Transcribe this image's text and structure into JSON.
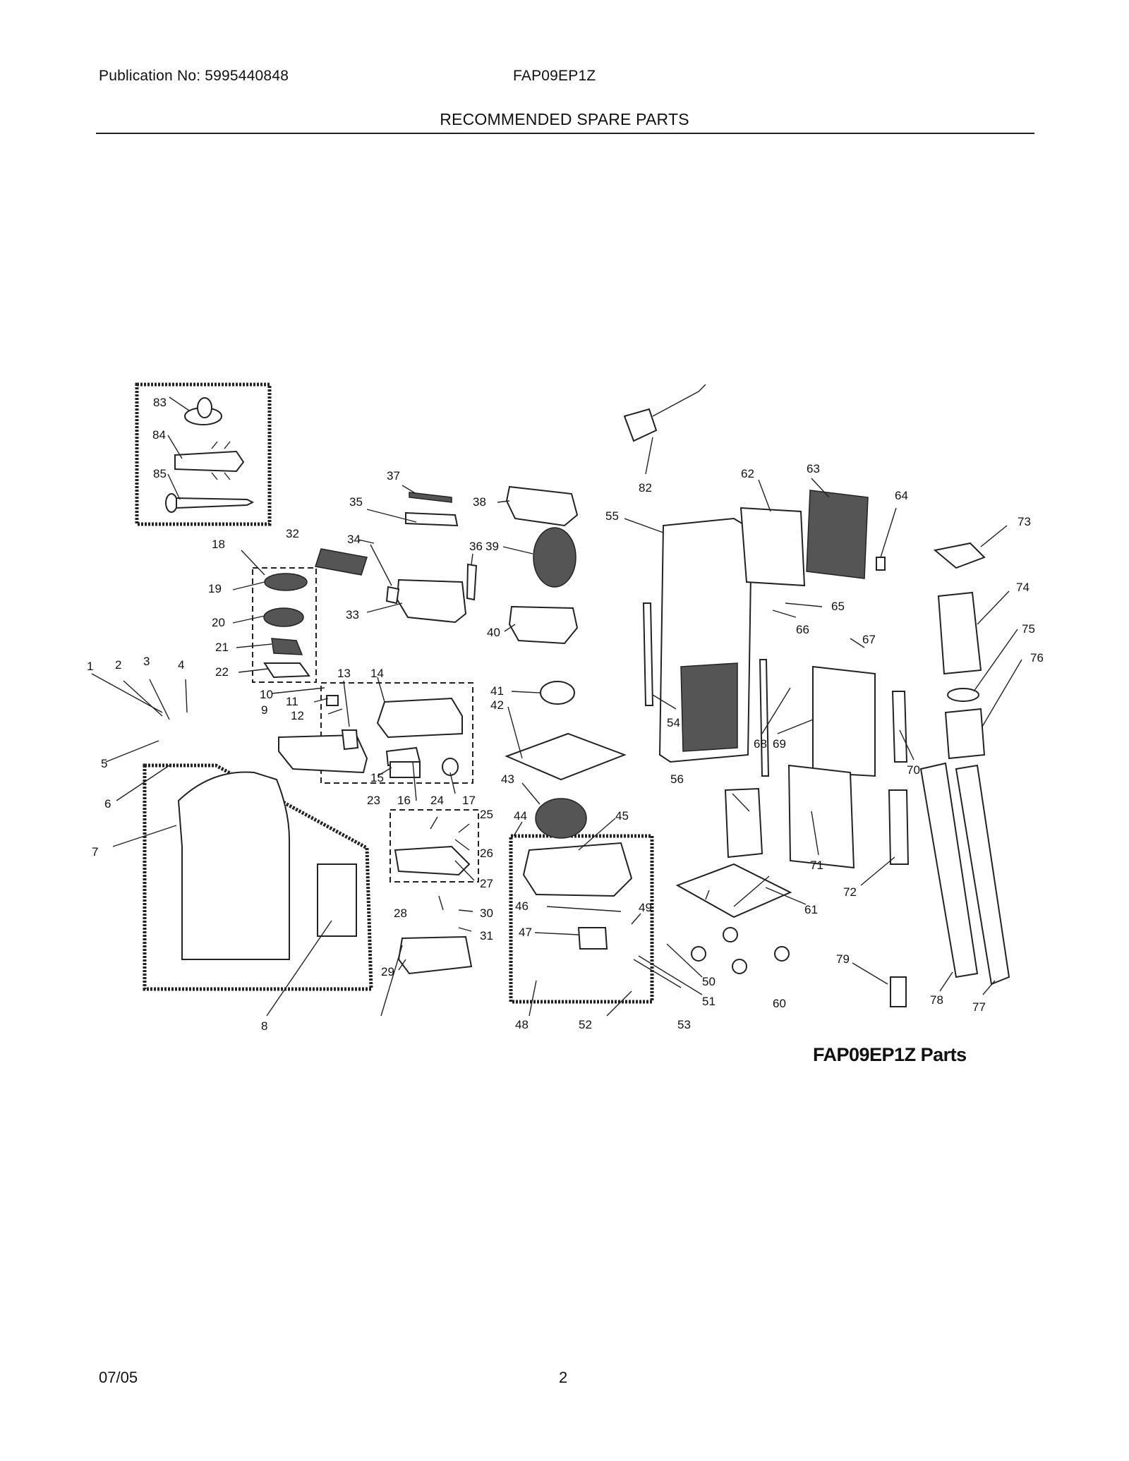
{
  "header": {
    "publication": "Publication No: 5995440848",
    "model": "FAP09EP1Z",
    "title": "RECOMMENDED SPARE PARTS"
  },
  "diagram": {
    "caption": "FAP09EP1Z Parts",
    "callouts": [
      "1",
      "2",
      "3",
      "4",
      "5",
      "6",
      "7",
      "8",
      "9",
      "10",
      "11",
      "12",
      "13",
      "14",
      "15",
      "16",
      "17",
      "18",
      "19",
      "20",
      "21",
      "22",
      "23",
      "24",
      "25",
      "26",
      "27",
      "28",
      "29",
      "30",
      "31",
      "32",
      "33",
      "34",
      "35",
      "36",
      "37",
      "38",
      "39",
      "40",
      "41",
      "42",
      "43",
      "44",
      "45",
      "46",
      "47",
      "48",
      "49",
      "50",
      "51",
      "52",
      "53",
      "54",
      "55",
      "56",
      "60",
      "61",
      "62",
      "63",
      "64",
      "65",
      "66",
      "67",
      "68",
      "69",
      "70",
      "71",
      "72",
      "73",
      "74",
      "75",
      "76",
      "77",
      "78",
      "79",
      "82",
      "83",
      "84",
      "85"
    ]
  },
  "footer": {
    "date": "07/05",
    "page": "2"
  }
}
